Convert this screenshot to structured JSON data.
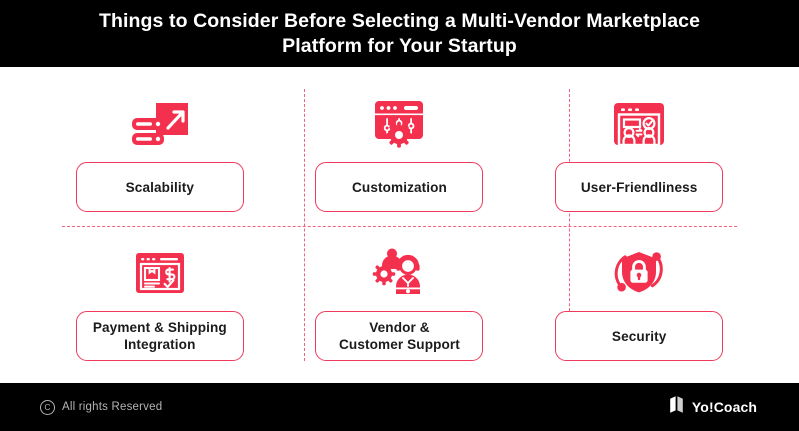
{
  "header": {
    "title": "Things to Consider Before Selecting a Multi-Vendor Marketplace\nPlatform for Your Startup"
  },
  "colors": {
    "accent": "#ef3a5d",
    "accent_light": "#f4607f",
    "header_bg": "#000000",
    "footer_bg": "#000000",
    "page_bg": "#ffffff",
    "label_text": "#1b1b1b",
    "footer_text": "#b4b4b4"
  },
  "items": [
    {
      "label": "Scalability",
      "icon": "server-growth-arrow-icon"
    },
    {
      "label": "Customization",
      "icon": "browser-sliders-gear-icon"
    },
    {
      "label": "User-Friendliness",
      "icon": "browser-users-check-icon"
    },
    {
      "label": "Payment & Shipping\nIntegration",
      "icon": "browser-package-payment-icon"
    },
    {
      "label": "Vendor &\nCustomer Support",
      "icon": "vendor-support-people-icon"
    },
    {
      "label": "Security",
      "icon": "shield-lock-icon"
    }
  ],
  "footer": {
    "copyright_symbol": "C",
    "copyright_text": "All rights Reserved",
    "brand_name": "Yo!Coach",
    "brand_logo_icon": "yocoach-logo-icon"
  }
}
